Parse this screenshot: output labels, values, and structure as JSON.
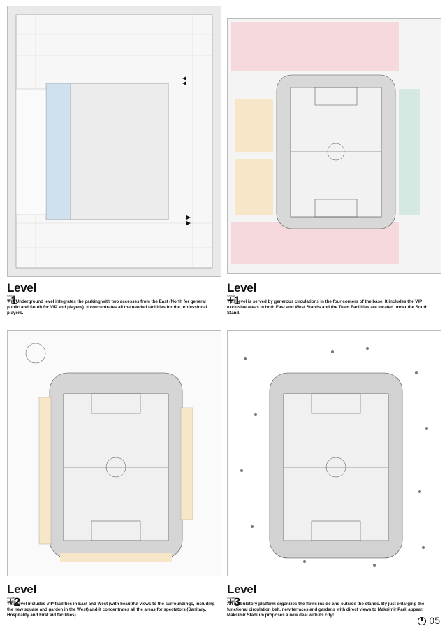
{
  "panels": [
    {
      "title": "Level -1",
      "scale": "scale 1:500",
      "description": "The Underground level integrates the parking with two accesses from the East (North for general public and South for VIP and players). It concentrates all the needed facilities for the professional players."
    },
    {
      "title": "Level +1",
      "scale": "scale 1:500",
      "description": "This level is served by generous circulations in the four corners of the base. It includes the VIP exclusive areas in both East and West Stands and the Team Facilities are located under the South Stand."
    },
    {
      "title": "Level +2",
      "scale": "scale 1:500",
      "description": "This level includes VIP facilities in East and West (with beautiful views to the surroundings, including the new square and garden in the West) and it concentrates all the areas for spectators (Sanitary, Hospitality and First aid facilities)."
    },
    {
      "title": "Level +3",
      "scale": "scale 1:500",
      "description": "An ambulatory platform organizes the flows inside and outside the stands. By just enlarging the functional circulation belt, new terraces and gardens with direct views to Maksimir Park appear. Maksimir Stadium proposes a new deal with its city!"
    }
  ],
  "colors": {
    "vip": "#f6d9dc",
    "team": "#cfe0ee",
    "spectator": "#f8e6c8",
    "green": "#d5e8e1",
    "line": "#555555"
  },
  "page_number": "05"
}
